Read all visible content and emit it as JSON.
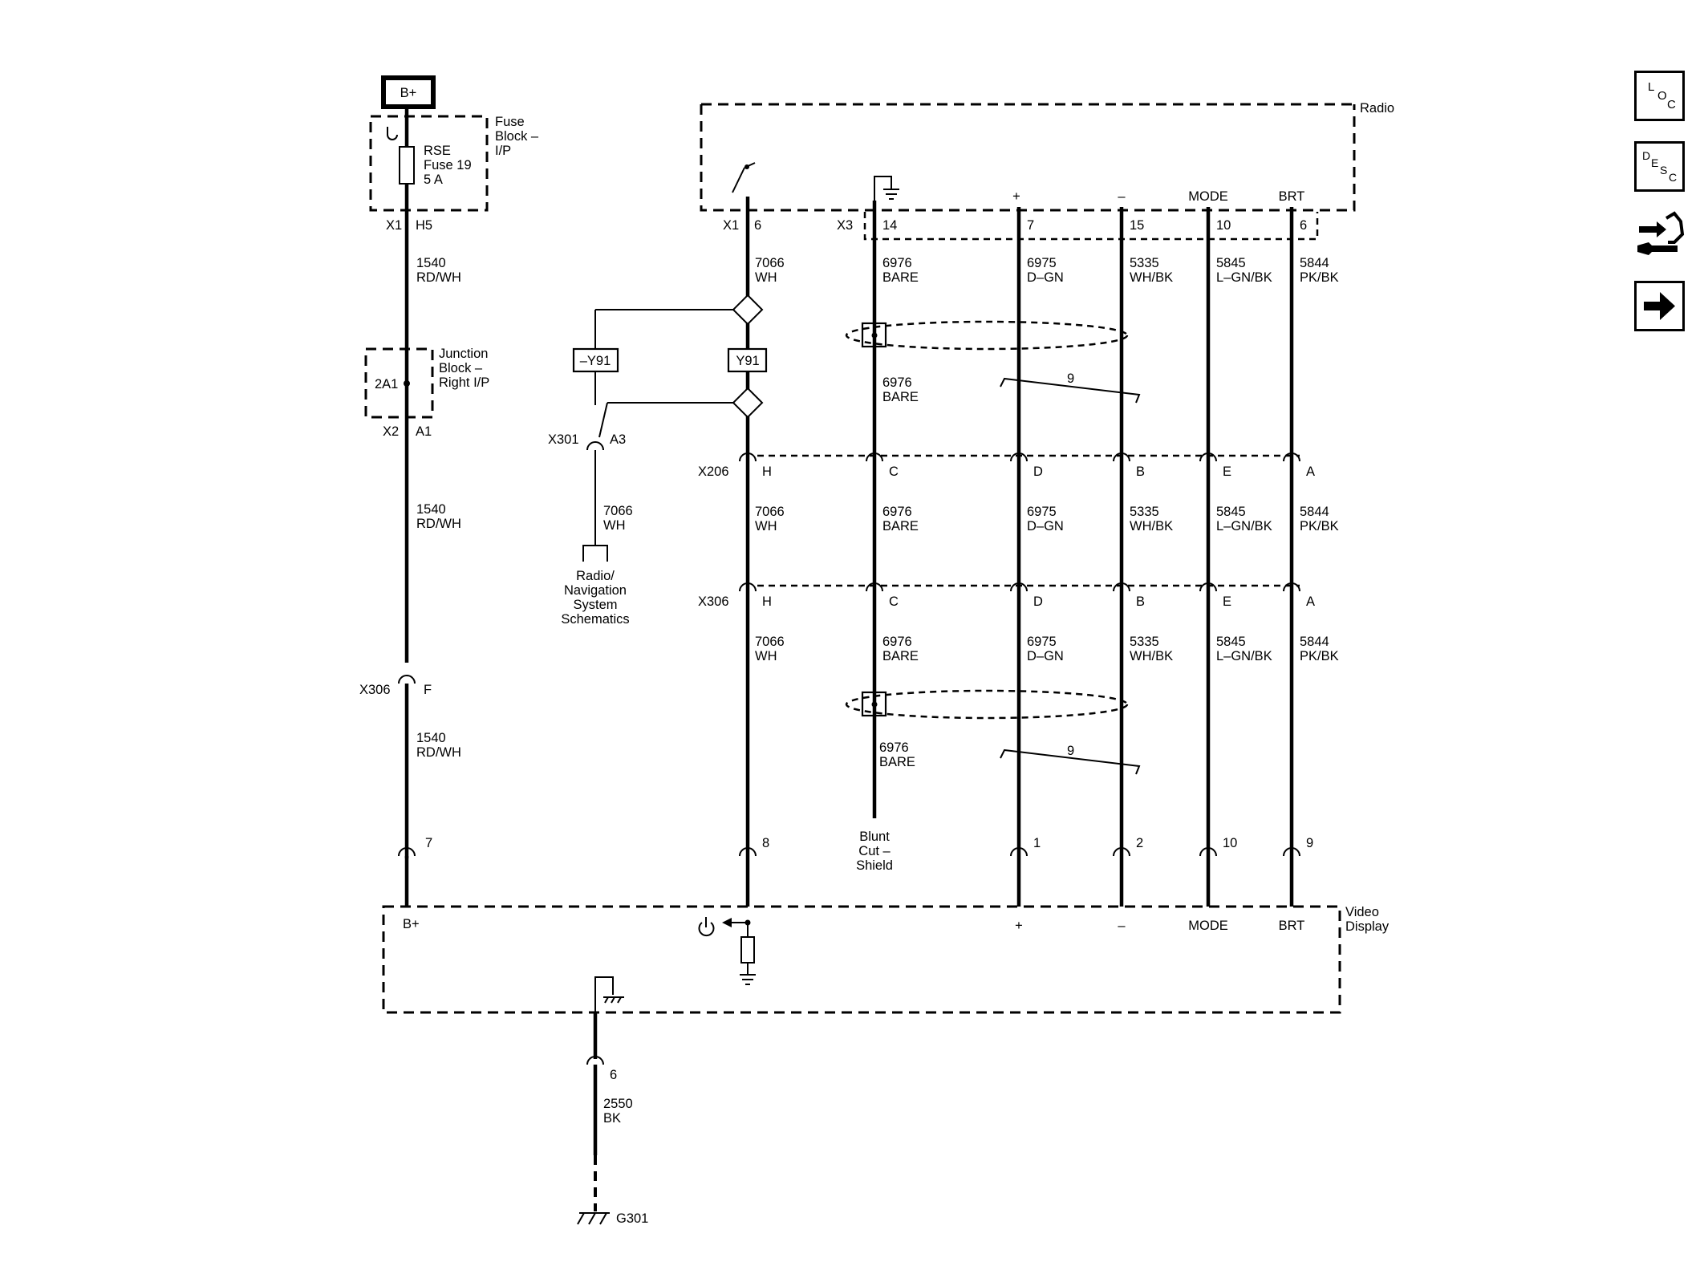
{
  "source": {
    "label": "B+"
  },
  "fuse_block": {
    "title_lines": [
      "Fuse",
      "Block –",
      "I/P"
    ],
    "fuse_lines": [
      "RSE",
      "Fuse 19",
      "5 A"
    ],
    "connector": "X1",
    "pin": "H5"
  },
  "junction_block": {
    "title_lines": [
      "Junction",
      "Block –",
      "Right I/P"
    ],
    "terminal": "2A1",
    "connector": "X2",
    "pin": "A1"
  },
  "radio": {
    "label": "Radio",
    "x1_connector": "X1",
    "x3_connector": "X3",
    "signal_plus": "+",
    "signal_minus": "–",
    "signal_mode": "MODE",
    "signal_brt": "BRT"
  },
  "options": {
    "without_y91": "–Y91",
    "with_y91": "Y91"
  },
  "x301": {
    "connector": "X301",
    "pin": "A3",
    "circuit": "7066",
    "color": "WH"
  },
  "reference_lines": [
    "Radio/",
    "Navigation",
    "System",
    "Schematics"
  ],
  "connectors": {
    "x206": "X206",
    "x306": "X306"
  },
  "columns": [
    {
      "id": "b",
      "radio_pin": "6",
      "circuit": "7066",
      "color": "WH",
      "x206": "H",
      "x306": "H",
      "display_pin": "8"
    },
    {
      "id": "c",
      "radio_pin": "14",
      "circuit": "6976",
      "color": "BARE",
      "x206": "C",
      "x306": "C"
    },
    {
      "id": "d",
      "radio_pin": "7",
      "circuit": "6975",
      "color": "D–GN",
      "x206": "D",
      "x306": "D",
      "display_pin": "1"
    },
    {
      "id": "e",
      "radio_pin": "15",
      "circuit": "5335",
      "color": "WH/BK",
      "x206": "B",
      "x306": "B",
      "display_pin": "2"
    },
    {
      "id": "f",
      "radio_pin": "10",
      "circuit": "5845",
      "color": "L–GN/BK",
      "x206": "E",
      "x306": "E",
      "display_pin": "10"
    },
    {
      "id": "g",
      "radio_pin": "6",
      "circuit": "5844",
      "color": "PK/BK",
      "x206": "A",
      "x306": "A",
      "display_pin": "9"
    }
  ],
  "power_wire": {
    "circuit": "1540",
    "color": "RD/WH",
    "x306_pin": "F",
    "display_pin": "7"
  },
  "shield": {
    "circuit": "6976",
    "color": "BARE",
    "twist_label": "9",
    "end_lines": [
      "Blunt",
      "Cut –",
      "Shield"
    ]
  },
  "video_display": {
    "title_lines": [
      "Video",
      "Display"
    ],
    "b_plus": "B+",
    "signal_plus": "+",
    "signal_minus": "–",
    "signal_mode": "MODE",
    "signal_brt": "BRT"
  },
  "ground": {
    "pin": "6",
    "circuit": "2550",
    "color": "BK",
    "ground_label": "G301"
  },
  "nav_buttons": {
    "loc": [
      "L",
      "O",
      "C"
    ],
    "desc": [
      "D",
      "E",
      "S",
      "C"
    ]
  }
}
